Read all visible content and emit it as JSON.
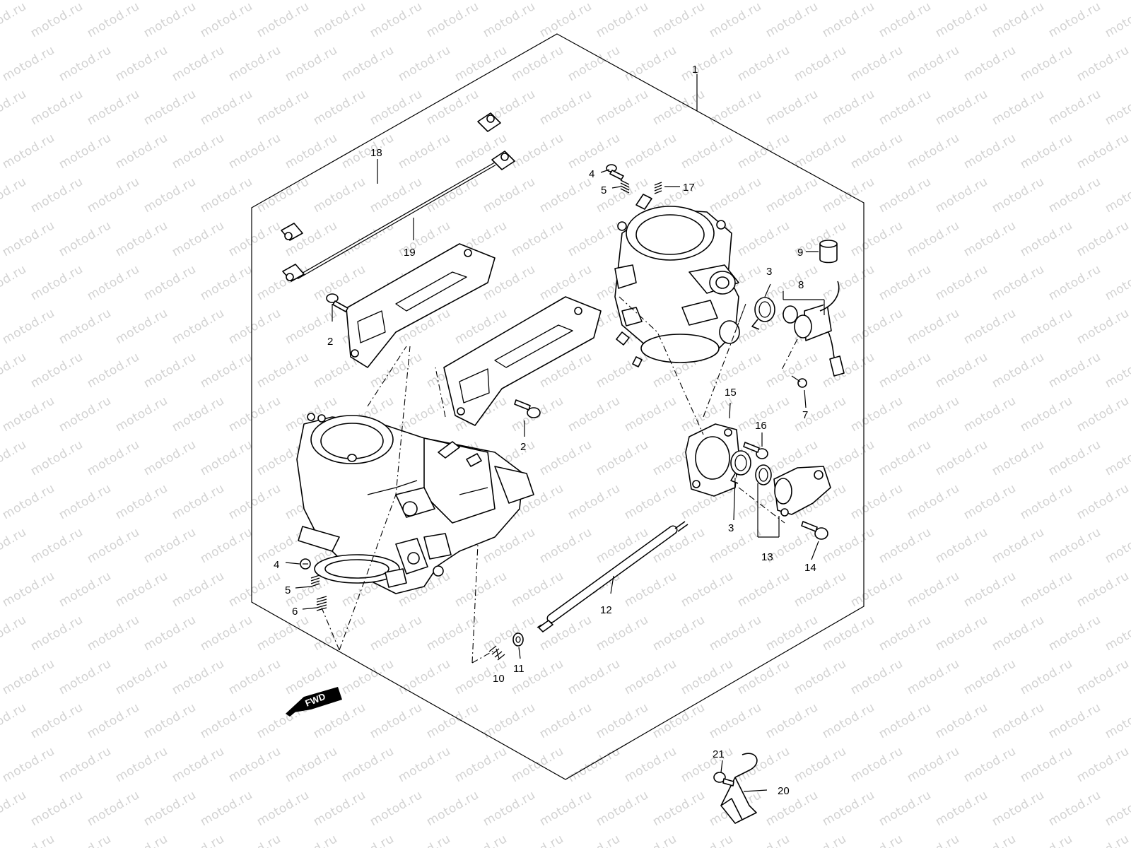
{
  "watermark": {
    "text": "motod.ru",
    "color": "#d2d2d2"
  },
  "fwd_label": "FWD",
  "labels": {
    "p1": "1",
    "p2a": "2",
    "p2b": "2",
    "p3a": "3",
    "p3b": "3",
    "p4a": "4",
    "p4b": "4",
    "p5a": "5",
    "p5b": "5",
    "p6": "6",
    "p7": "7",
    "p8": "8",
    "p9": "9",
    "p10": "10",
    "p11": "11",
    "p12": "12",
    "p13": "13",
    "p14": "14",
    "p15": "15",
    "p16": "16",
    "p17": "17",
    "p18": "18",
    "p19": "19",
    "p20": "20",
    "p21": "21"
  }
}
